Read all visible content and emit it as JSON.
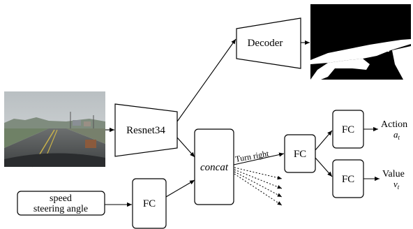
{
  "nodes": {
    "decoder": "Decoder",
    "resnet": "Resnet34",
    "concat": "concat",
    "fc_measure": "FC",
    "fc_branch": "FC",
    "fc_action": "FC",
    "fc_value": "FC"
  },
  "inputs": {
    "measurements_line1": "speed",
    "measurements_line2": "steering angle"
  },
  "branch_label": "Turn right",
  "outputs": {
    "action_label": "Action",
    "action_symbol": "a",
    "action_subscript": "t",
    "value_label": "Value",
    "value_symbol": "v",
    "value_subscript": "t"
  }
}
